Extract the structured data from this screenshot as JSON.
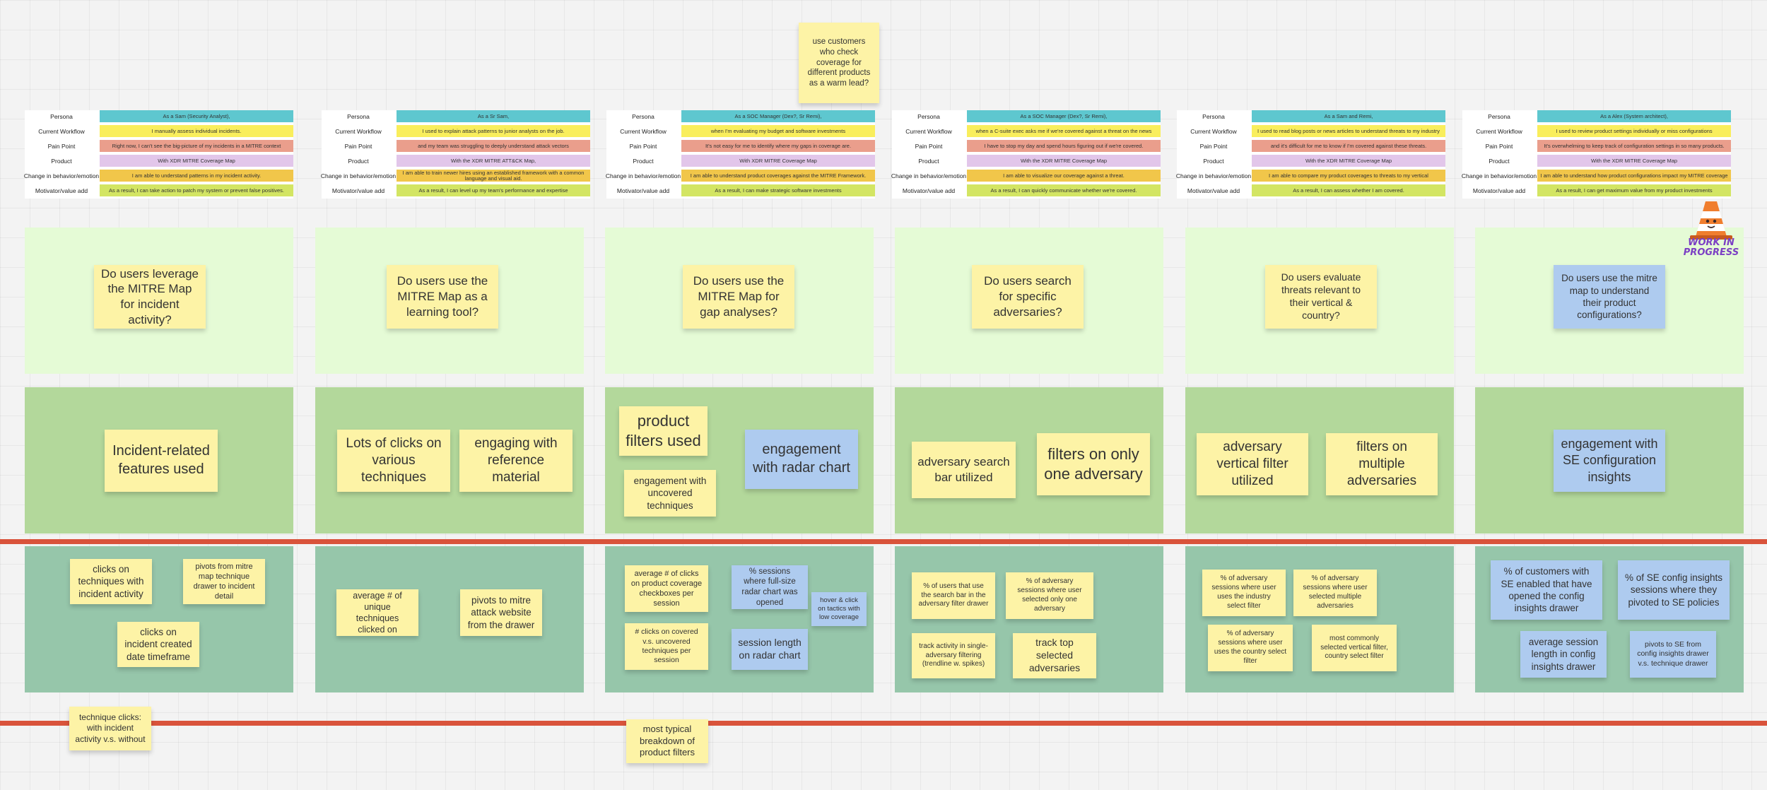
{
  "colors": {
    "card_persona": "#5ec7cf",
    "card_workflow": "#f9ee5c",
    "card_pain": "#ea9e8c",
    "card_product": "#e2c6ea",
    "card_change": "#f1c64a",
    "card_motivator": "#d3e563",
    "sticky_yellow": "#fdf3a6",
    "sticky_blue": "#aecbef",
    "question_zone": "#e5fbd6",
    "signal_zone": "#b3d89b",
    "metric_zone": "#96c6aa",
    "divider_line": "#d9533b"
  },
  "top_note": "use customers who check coverage for different products as a warm lead?",
  "card_labels": [
    "Persona",
    "Current Workflow",
    "Pain Point",
    "Product",
    "Change in behavior/emotion",
    "Motivator/value add"
  ],
  "persona_cards": [
    [
      "As a Sam (Security Analyst),",
      "I manually assess individual incidents.",
      "Right now, I can't see the big-picture of my incidents in a MITRE context",
      "With XDR MITRE Coverage Map",
      "I am able to understand patterns in my incident activity.",
      "As a result, I can take action to patch my system or prevent false positives."
    ],
    [
      "As a Sr Sam,",
      "I used to explain attack patterns to junior analysts on the job.",
      "and my team was struggling to deeply understand attack vectors",
      "With the XDR MITRE ATT&CK Map,",
      "I am able to train newer hires using an established framework with a common language and visual aid.",
      "As a result, I can level up my team's performance and expertise"
    ],
    [
      "As a SOC Manager (Dex?, Sr Remi),",
      "when I'm evaluating my budget and software investments",
      "It's not easy for me to identify where my gaps in coverage are.",
      "With XDR MITRE Coverage Map",
      "I am able to understand product coverages against the MITRE Framework.",
      "As a result, I can make strategic software investments"
    ],
    [
      "As a SOC Manager (Dex?, Sr Remi),",
      "when a C-suite exec asks me if we're covered against a threat on the news",
      "I have to stop my day and spend hours figuring out if we're covered.",
      "With the XDR MITRE Coverage Map",
      "I am able to visualize our coverage against a threat.",
      "As a result, I can quickly communicate whether we're covered."
    ],
    [
      "As a Sam and Remi,",
      "I used to read blog posts or news articles to understand threats to my industry",
      "and it's difficult for me to know if I'm covered against these threats.",
      "With the XDR MITRE Coverage Map",
      "I am able to compare my product coverages to threats to my vertical",
      "As a result, I can assess whether I am covered."
    ],
    [
      "As a Alex (System architect),",
      "I used to review product settings individually or miss configurations",
      "It's overwhelming to keep track of configuration settings in so many products.",
      "With the XDR MITRE Coverage Map",
      "I am able to understand how product configurations impact my MITRE coverage",
      "As a result, I can get maximum value from my product investments"
    ]
  ],
  "questions": [
    "Do users leverage the MITRE Map for incident activity?",
    "Do users use the MITRE Map as a learning tool?",
    "Do users use the MITRE Map for gap analyses?",
    "Do users search for specific adversaries?",
    "Do users evaluate threats relevant to their vertical & country?",
    "Do users use the mitre map to understand their product configurations?"
  ],
  "signals": [
    [
      "Incident-related features used"
    ],
    [
      "Lots of clicks on various techniques",
      "engaging with reference material"
    ],
    [
      "product filters used",
      "engagement with uncovered techniques",
      "engagement with radar chart"
    ],
    [
      "adversary search bar utilized",
      "filters on only one adversary"
    ],
    [
      "adversary vertical filter utilized",
      "filters on multiple adversaries"
    ],
    [
      "engagement with SE configuration insights"
    ]
  ],
  "metrics": [
    [
      "clicks on techniques with incident activity",
      "pivots from mitre map technique drawer to incident detail",
      "clicks on incident created date timeframe"
    ],
    [
      "average # of unique techniques clicked on",
      "pivots to mitre attack website from the drawer"
    ],
    [
      "average # of clicks on product coverage checkboxes per session",
      "% sessions where full-size radar chart was opened",
      "hover & click on tactics with low coverage",
      "# clicks on covered v.s. uncovered techniques per session",
      "session length on radar chart"
    ],
    [
      "% of users that use the search bar in the adversary filter drawer",
      "% of adversary sessions where user selected only one adversary",
      "track activity in single-adversary filtering (trendline w. spikes)",
      "track top selected adversaries"
    ],
    [
      "% of adversary sessions where user uses the industry select filter",
      "% of adversary sessions where user selected multiple adversaries",
      "% of adversary sessions where user uses the country select filter",
      "most commonly selected vertical filter, country select filter"
    ],
    [
      "% of customers with SE enabled that have opened the config insights drawer",
      "% of SE config insights sessions where they pivoted to SE policies",
      "average session length in config insights drawer",
      "pivots to SE from config insights drawer v.s. technique drawer"
    ]
  ],
  "bottom_notes": [
    "technique clicks: with incident activity v.s. without",
    "most typical breakdown of product filters"
  ],
  "wip_badge": {
    "line1": "WORK IN",
    "line2": "PROGRESS",
    "icon": "traffic-cone-icon"
  }
}
